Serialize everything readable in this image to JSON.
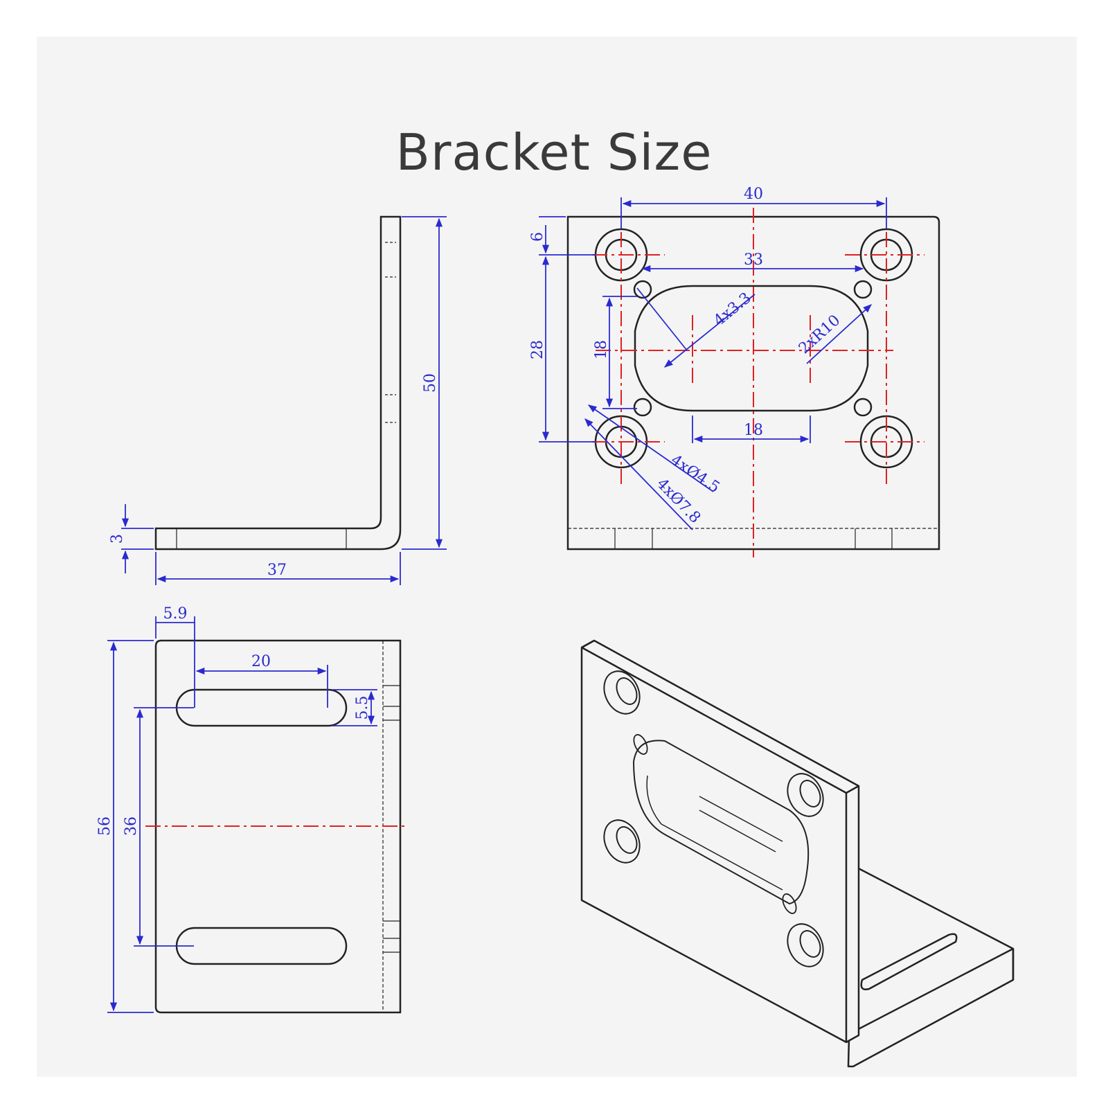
{
  "title": "Bracket Size",
  "colors": {
    "outline": "#222222",
    "dimension": "#2a2ad0",
    "centerline": "#e02020",
    "panel": "#f4f4f4"
  },
  "side_view": {
    "height_label": "50",
    "length_label": "37",
    "thickness_label": "3"
  },
  "front_view": {
    "width_label": "40",
    "top_offset_label": "6",
    "hole_span_label": "28",
    "inner_span_label": "33",
    "opening_height_label": "18",
    "opening_flat_label": "18",
    "small_hole_label": "4x3.3",
    "radius_label": "2xR10",
    "mount_hole_label": "4xØ4.5",
    "counterbore_label": "4xØ7.8"
  },
  "base_view": {
    "offset_label": "5.9",
    "slot_length_label": "20",
    "slot_width_label": "5.5",
    "slot_spacing_label": "36",
    "depth_label": "56"
  }
}
